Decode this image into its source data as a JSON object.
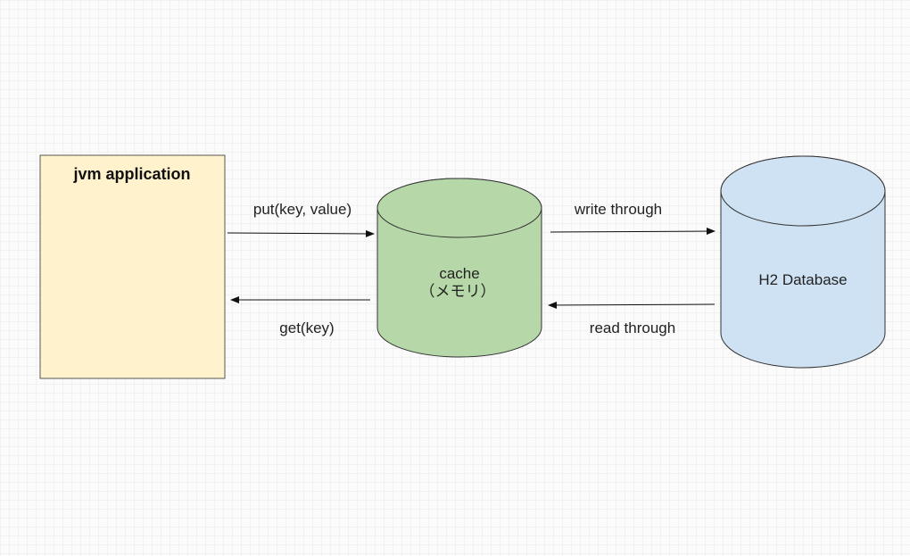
{
  "nodes": {
    "app": {
      "label": "jvm application",
      "fill": "#fff2cc",
      "stroke": "#555555"
    },
    "cache": {
      "label_line1": "cache",
      "label_line2": "（メモリ）",
      "fill": "#b6d7a8",
      "stroke": "#333333"
    },
    "db": {
      "label": "H2 Database",
      "fill": "#cfe2f3",
      "stroke": "#333333"
    }
  },
  "edges": {
    "put": "put(key, value)",
    "get": "get(key)",
    "write": "write through",
    "read": "read through"
  }
}
